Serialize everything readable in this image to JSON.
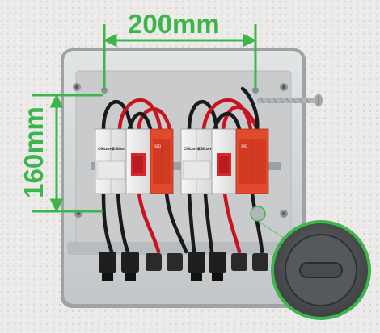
{
  "dimensions": {
    "width_label": "200mm",
    "height_label": "160mm"
  },
  "breaker": {
    "brand": "CNLonQ"
  },
  "colors": {
    "dimension_accent": "#3db54a",
    "enclosure": "#d4d6d7",
    "spd": "#e24a2e",
    "cable_red": "#c8141e",
    "cable_black": "#1a1a1a"
  }
}
